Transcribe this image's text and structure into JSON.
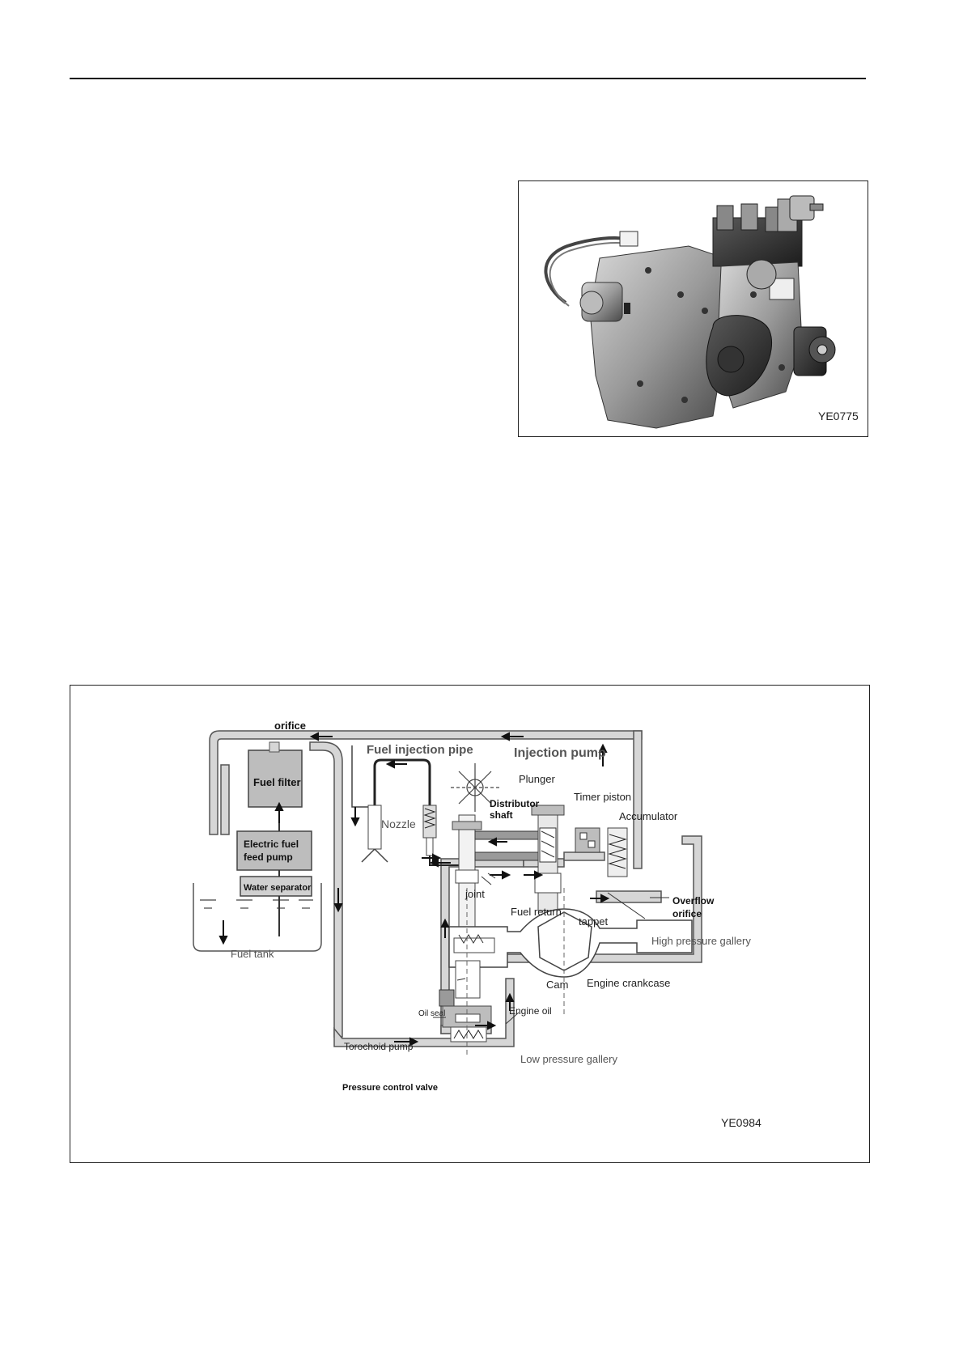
{
  "photo": {
    "figure_code": "YE0775",
    "subject": "fuel injection pump photograph"
  },
  "diagram": {
    "figure_code": "YE0984",
    "labels": {
      "orifice": "orifice",
      "fuel_injection_pipe": "Fuel injection pipe",
      "injection_pump": "Injection pump",
      "fuel_filter": "Fuel filter",
      "plunger": "Plunger",
      "distributor_shaft_1": "Distributor",
      "distributor_shaft_2": "shaft",
      "timer_piston": "Timer piston",
      "accumulator": "Accumulator",
      "nozzle": "Nozzle",
      "electric_fuel_1": "Electric fuel",
      "electric_fuel_2": "feed pump",
      "water_separator": "Water separator",
      "joint": "joint",
      "fuel_return": "Fuel return",
      "tappet": "tappet",
      "overflow_1": "Overflow",
      "overflow_2": "orifice",
      "high_pressure_gallery": "High pressure gallery",
      "fuel_tank": "Fuel tank",
      "cam": "Cam",
      "engine_crankcase": "Engine crankcase",
      "oil_seal": "Oil seal",
      "engine_oil": "Engine oil",
      "torochoid_pump": "Torochoid pump",
      "low_pressure_gallery": "Low pressure gallery",
      "pressure_control_valve": "Pressure control valve"
    }
  },
  "colors": {
    "pipe_fill": "#d6d6d6",
    "pipe_stroke": "#555555",
    "box_fill": "#bdbdbd",
    "text": "#222222"
  }
}
